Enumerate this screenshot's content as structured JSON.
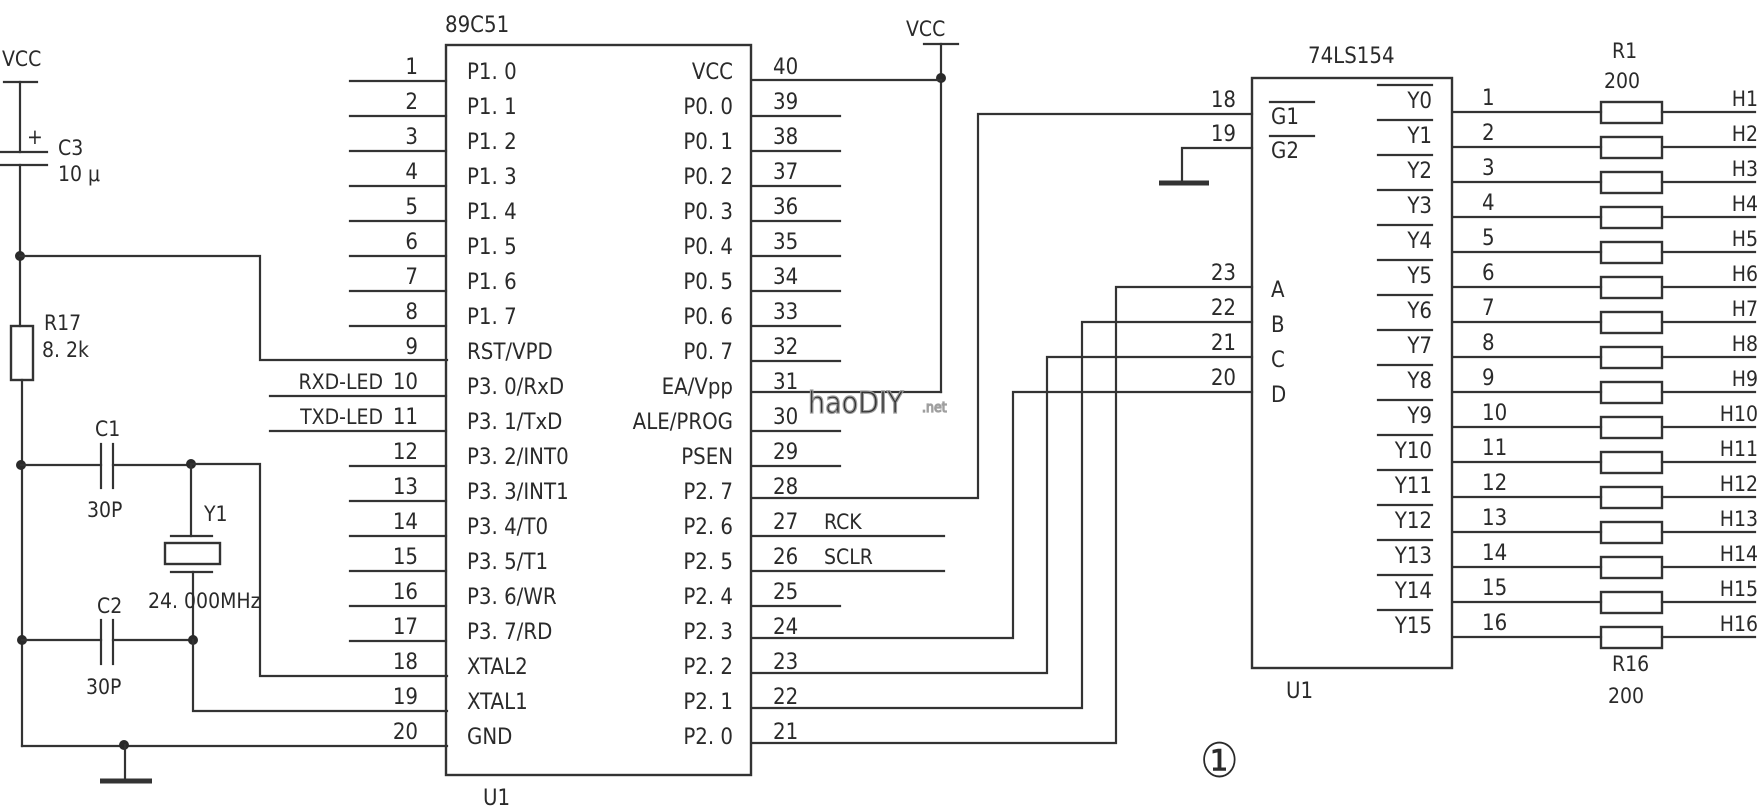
{
  "figure_number": "①",
  "watermark": {
    "text": "haoDIY",
    "suffix": ".net"
  },
  "power": {
    "left_vcc_label": "VCC",
    "top_vcc_label": "VCC"
  },
  "left_components": {
    "c3": {
      "ref": "C3",
      "value": "10 μ",
      "polarity": "+"
    },
    "r17": {
      "ref": "R17",
      "value": "8. 2k"
    },
    "c1": {
      "ref": "C1",
      "value": "30P"
    },
    "c2": {
      "ref": "C2",
      "value": "30P"
    },
    "y1": {
      "ref": "Y1",
      "value": "24. 000MHz"
    }
  },
  "mcu": {
    "part": "89C51",
    "ref": "U1",
    "left_pins": [
      {
        "num": "1",
        "name": "P1. 0"
      },
      {
        "num": "2",
        "name": "P1. 1"
      },
      {
        "num": "3",
        "name": "P1. 2"
      },
      {
        "num": "4",
        "name": "P1. 3"
      },
      {
        "num": "5",
        "name": "P1. 4"
      },
      {
        "num": "6",
        "name": "P1. 5"
      },
      {
        "num": "7",
        "name": "P1. 6"
      },
      {
        "num": "8",
        "name": "P1. 7"
      },
      {
        "num": "9",
        "name": "RST/VPD"
      },
      {
        "num": "10",
        "name": "P3. 0/RxD",
        "net": "RXD-LED"
      },
      {
        "num": "11",
        "name": "P3. 1/TxD",
        "net": "TXD-LED"
      },
      {
        "num": "12",
        "name": "P3. 2/INT0"
      },
      {
        "num": "13",
        "name": "P3. 3/INT1"
      },
      {
        "num": "14",
        "name": "P3. 4/T0"
      },
      {
        "num": "15",
        "name": "P3. 5/T1"
      },
      {
        "num": "16",
        "name": "P3. 6/WR"
      },
      {
        "num": "17",
        "name": "P3. 7/RD"
      },
      {
        "num": "18",
        "name": "XTAL2"
      },
      {
        "num": "19",
        "name": "XTAL1"
      },
      {
        "num": "20",
        "name": "GND"
      }
    ],
    "right_pins": [
      {
        "num": "40",
        "name": "VCC"
      },
      {
        "num": "39",
        "name": "P0. 0"
      },
      {
        "num": "38",
        "name": "P0. 1"
      },
      {
        "num": "37",
        "name": "P0. 2"
      },
      {
        "num": "36",
        "name": "P0. 3"
      },
      {
        "num": "35",
        "name": "P0. 4"
      },
      {
        "num": "34",
        "name": "P0. 5"
      },
      {
        "num": "33",
        "name": "P0. 6"
      },
      {
        "num": "32",
        "name": "P0. 7"
      },
      {
        "num": "31",
        "name": "EA/Vpp"
      },
      {
        "num": "30",
        "name": "ALE/PROG"
      },
      {
        "num": "29",
        "name": "PSEN"
      },
      {
        "num": "28",
        "name": "P2. 7"
      },
      {
        "num": "27",
        "name": "P2. 6",
        "net": "RCK"
      },
      {
        "num": "26",
        "name": "P2. 5",
        "net": "SCLR"
      },
      {
        "num": "25",
        "name": "P2. 4"
      },
      {
        "num": "24",
        "name": "P2. 3"
      },
      {
        "num": "23",
        "name": "P2. 2"
      },
      {
        "num": "22",
        "name": "P2. 1"
      },
      {
        "num": "21",
        "name": "P2. 0"
      }
    ]
  },
  "decoder": {
    "part": "74LS154",
    "ref": "U1",
    "input_pins": [
      {
        "num": "18",
        "name": "G1",
        "overbar": true
      },
      {
        "num": "19",
        "name": "G2",
        "overbar": true
      },
      {
        "num": "23",
        "name": "A"
      },
      {
        "num": "22",
        "name": "B"
      },
      {
        "num": "21",
        "name": "C"
      },
      {
        "num": "20",
        "name": "D"
      }
    ],
    "outputs": [
      "Y0",
      "Y1",
      "Y2",
      "Y3",
      "Y4",
      "Y5",
      "Y6",
      "Y7",
      "Y8",
      "Y9",
      "Y10",
      "Y11",
      "Y12",
      "Y13",
      "Y14",
      "Y15"
    ]
  },
  "resistor_array": {
    "first_ref": "R1",
    "first_value": "200",
    "last_ref": "R16",
    "last_value": "200",
    "line_numbers": [
      "1",
      "2",
      "3",
      "4",
      "5",
      "6",
      "7",
      "8",
      "9",
      "10",
      "11",
      "12",
      "13",
      "14",
      "15",
      "16"
    ],
    "outputs": [
      "H1",
      "H2",
      "H3",
      "H4",
      "H5",
      "H6",
      "H7",
      "H8",
      "H9",
      "H10",
      "H11",
      "H12",
      "H13",
      "H14",
      "H15",
      "H16"
    ]
  }
}
